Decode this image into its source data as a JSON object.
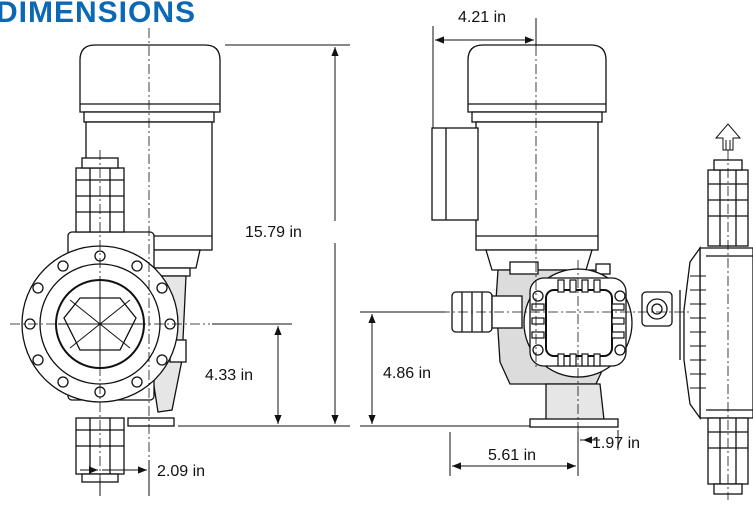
{
  "title": "DIMENSIONS",
  "colors": {
    "title": "#0a68b4",
    "drawing": "#111111",
    "fill_light": "#ffffff",
    "fill_shade": "#dedede"
  },
  "dimensions": {
    "top_width": "4.21 in",
    "height": "15.79 in",
    "inlet_height_left": "4.33 in",
    "inlet_height_right": "4.86 in",
    "base_offset_left": "2.09 in",
    "base_half_width": "1.97 in",
    "base_to_center": "5.61 in"
  },
  "icons": [
    "flow-direction-arrow-icon"
  ]
}
